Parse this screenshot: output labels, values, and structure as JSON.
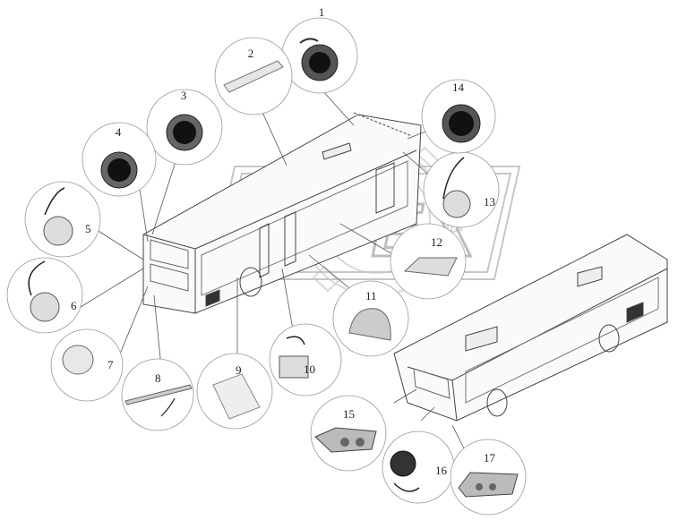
{
  "watermark": {
    "text": "OPEX"
  },
  "parts": [
    {
      "id": "part-1",
      "label": "1"
    },
    {
      "id": "part-2",
      "label": "2"
    },
    {
      "id": "part-3",
      "label": "3"
    },
    {
      "id": "part-4",
      "label": "4"
    },
    {
      "id": "part-5",
      "label": "5"
    },
    {
      "id": "part-6",
      "label": "6"
    },
    {
      "id": "part-7",
      "label": "7"
    },
    {
      "id": "part-8",
      "label": "8"
    },
    {
      "id": "part-9",
      "label": "9"
    },
    {
      "id": "part-10",
      "label": "10"
    },
    {
      "id": "part-11",
      "label": "11"
    },
    {
      "id": "part-12",
      "label": "12"
    },
    {
      "id": "part-13",
      "label": "13"
    },
    {
      "id": "part-14",
      "label": "14"
    },
    {
      "id": "part-15",
      "label": "15"
    },
    {
      "id": "part-16",
      "label": "16"
    },
    {
      "id": "part-17",
      "label": "17"
    }
  ]
}
